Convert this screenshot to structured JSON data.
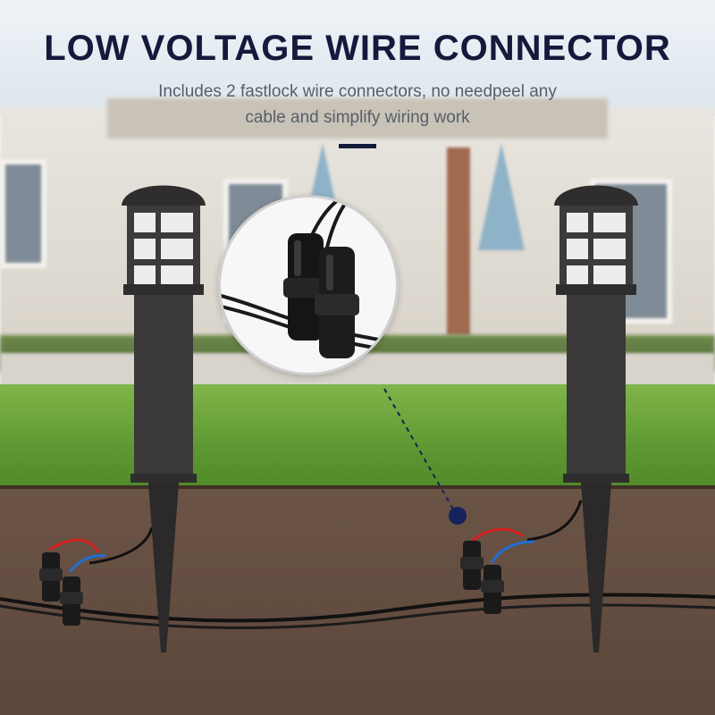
{
  "header": {
    "title": "LOW VOLTAGE WIRE CONNECTOR",
    "subtitle_line1": "Includes 2 fastlock wire connectors, no needpeel any",
    "subtitle_line2": "cable and simplify wiring work"
  },
  "colors": {
    "title": "#131a3c",
    "subtitle": "#555f6a",
    "accent_bar": "#131a3c",
    "lamp_body": "#3c3a3a",
    "wire_red": "#d42020",
    "wire_blue": "#1f6fd0",
    "wire_black": "#111111",
    "pointer_dot": "#16225c",
    "lawn": "#6aa53c",
    "soil": "#654e41"
  },
  "icons": {
    "lamp": "pathway-light-stake",
    "connector": "fastlock-wire-connector"
  }
}
